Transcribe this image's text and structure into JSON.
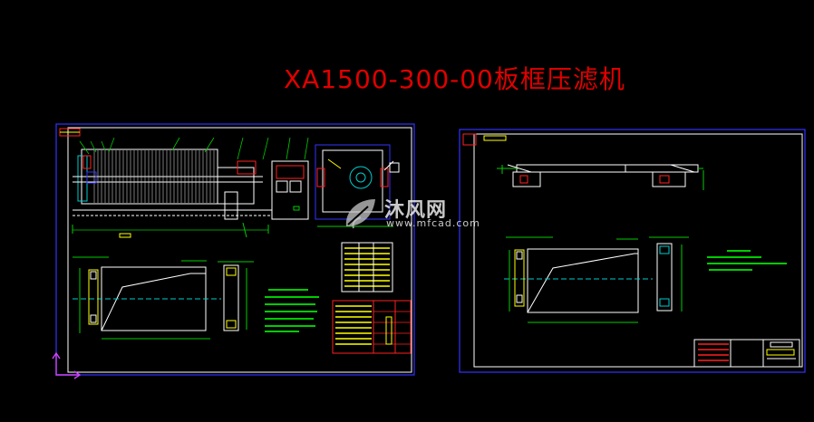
{
  "drawing_title": "XA1500-300-00板框压滤机",
  "watermark": {
    "brand": "沐风网",
    "url": "www.mfcad.com",
    "logo_icon": "leaf-logo-icon"
  },
  "colors": {
    "background": "#000000",
    "title": "#e00000",
    "sheet_border_outer": "#3333ff",
    "sheet_border_inner": "#ffffff",
    "geometry": "#ffffff",
    "dimensions": "#00cc00",
    "text_yellow": "#ffff00",
    "annotation_red": "#ff2020",
    "ucs_icon": "#cc44ff",
    "cyan": "#00cccc"
  },
  "ucs_icon": "ucs-axis-icon"
}
